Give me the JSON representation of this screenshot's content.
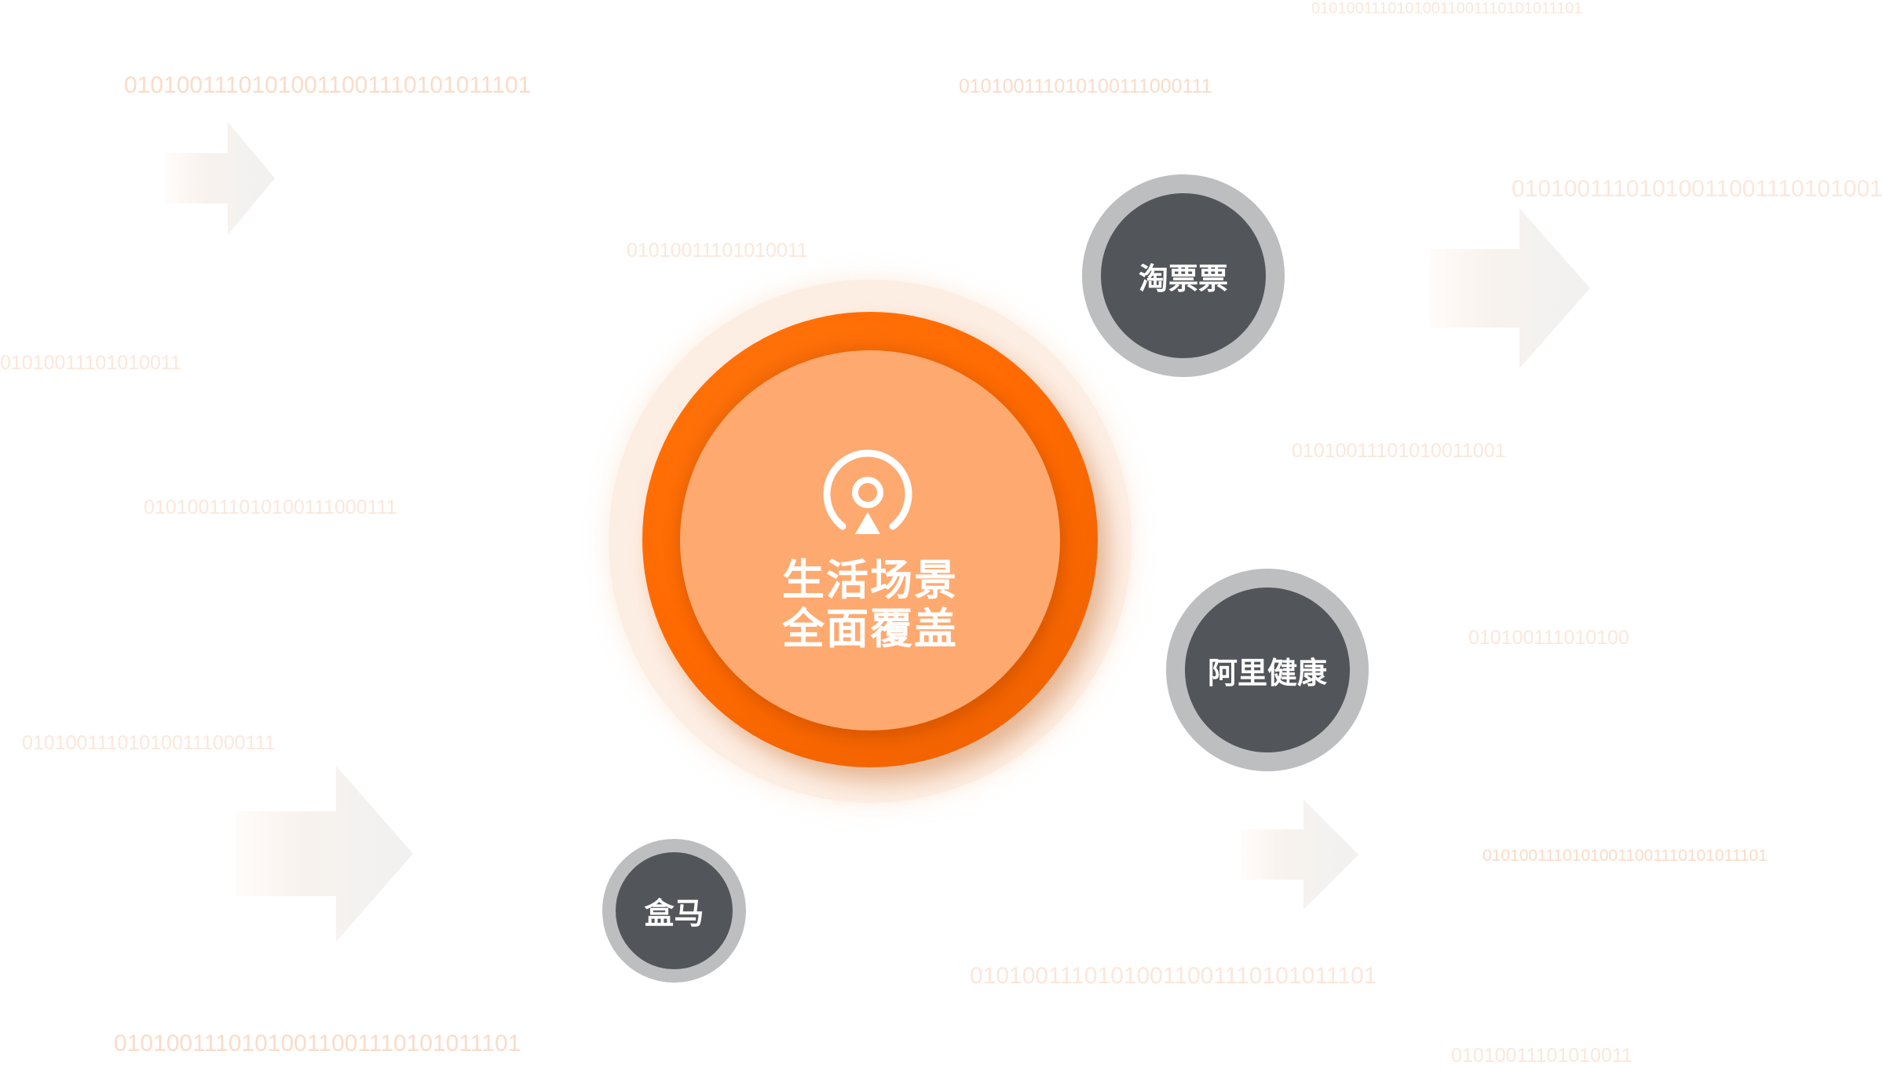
{
  "hub": {
    "line1": "生活场景",
    "line2": "全面覆盖",
    "icon": "location-pin-icon",
    "colors": {
      "halo": "#fdeee3",
      "ring": "#ff6a00",
      "core": "#fea96f"
    }
  },
  "satellites": [
    {
      "label": "淘票票"
    },
    {
      "label": "阿里健康"
    },
    {
      "label": "盒马"
    }
  ],
  "background_binary": [
    "01010011101010011001110101011101",
    "01010011101010011001110101011101",
    "010100111010100111000111",
    "01010011101010011001110101001",
    "01010011101010011",
    "01010011101010011",
    "01010011101010011001",
    "010100111010100111000111",
    "010100111010100",
    "010100111010100111000111",
    "01010011101010011001110101011101",
    "01010011101010011001110101011101",
    "01010011101010011001110101011101",
    "01010011101010011"
  ],
  "colors": {
    "satellite_fill": "#52565a",
    "satellite_ring": "#bdbec0",
    "binary_text": "#f6c8a8"
  }
}
